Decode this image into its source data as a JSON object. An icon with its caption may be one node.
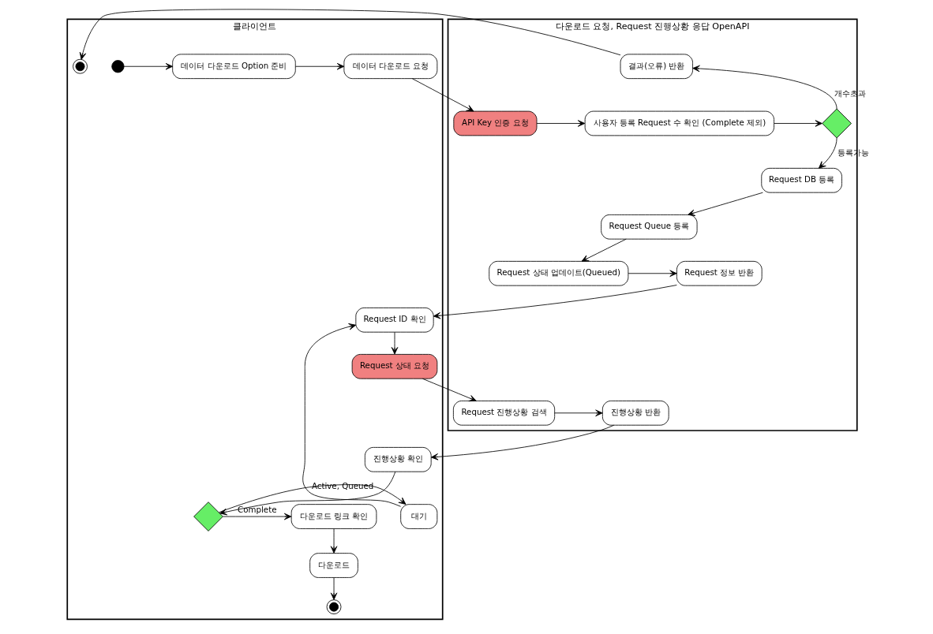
{
  "diagram": {
    "nodes": [
      {
        "text": [
          "클라이언트"
        ]
      },
      {
        "text": [
          "다운로드 요청, Request 진행상황 응답 OpenAPI"
        ]
      },
      {
        "text": [],
        "shape": "circle",
        "in": 0
      },
      {
        "text": [
          "데이터 다운로드 Option 준비"
        ],
        "in": 0
      },
      {
        "text": [
          "데이터 다운로드 요청"
        ],
        "in": 0
      },
      {
        "text": [
          "API Key 인증 요청"
        ],
        "in": 1
      },
      {
        "text": [
          "사용자 등록 Request 수 확인 (Complete 제외)"
        ],
        "in": 1
      },
      {
        "text": [],
        "shape": "diamond",
        "in": 1
      },
      {
        "text": [
          "결과(오류) 반환"
        ],
        "in": 1
      },
      {
        "text": [],
        "shape": "bullseye",
        "in": 0
      },
      {
        "text": [
          "Request DB 등록"
        ],
        "in": 1
      },
      {
        "text": [
          "Request Queue 등록"
        ],
        "in": 1
      },
      {
        "text": [
          "Request 상태 업데이트(Queued)"
        ],
        "in": 1
      },
      {
        "text": [
          "Request 정보 반환"
        ],
        "in": 1
      },
      {
        "text": [
          "Request ID 확인"
        ],
        "in": 0
      },
      {
        "text": [
          "Request 상태 요청"
        ],
        "in": 0
      },
      {
        "text": [
          "Request 진행상황 검색"
        ],
        "in": 1
      },
      {
        "text": [
          "진행상황 반환"
        ],
        "in": 1
      },
      {
        "text": [
          "진행상황 확인"
        ],
        "in": 0
      },
      {
        "text": [
          "대기"
        ],
        "in": 0
      },
      {
        "text": [],
        "shape": "diamond",
        "in": 0
      },
      {
        "text": [
          "다운로드 링크 확인"
        ],
        "in": 0
      },
      {
        "text": [
          "다운로드"
        ],
        "in": 0
      },
      {
        "text": [],
        "shape": "bullseye",
        "in": 0
      }
    ],
    "edges": [
      {
        "from": 2,
        "to": 3,
        "arrow": "to"
      },
      {
        "from": 3,
        "to": 4,
        "arrow": "to"
      },
      {
        "from": 4,
        "to": 5,
        "arrow": "to"
      },
      {
        "from": 5,
        "to": 6,
        "arrow": "to"
      },
      {
        "from": 6,
        "to": 7,
        "arrow": "to"
      },
      {
        "from": 7,
        "to": 8,
        "arrow": "to",
        "label": "개수초과"
      },
      {
        "from": 8,
        "to": 9,
        "arrow": "to"
      },
      {
        "from": 7,
        "to": 10,
        "arrow": "to",
        "label": "등록가능"
      },
      {
        "from": 10,
        "to": 11,
        "arrow": "to"
      },
      {
        "from": 11,
        "to": 12,
        "arrow": "to"
      },
      {
        "from": 12,
        "to": 13,
        "arrow": "to"
      },
      {
        "from": 13,
        "to": 14,
        "arrow": "to"
      },
      {
        "from": 14,
        "to": 15,
        "arrow": "to"
      },
      {
        "from": 15,
        "to": 16,
        "arrow": "to"
      },
      {
        "from": 16,
        "to": 17,
        "arrow": "to"
      },
      {
        "from": 17,
        "to": 18,
        "arrow": "to"
      },
      {
        "from": 18,
        "to": 20,
        "arrow": "to"
      },
      {
        "from": 20,
        "to": 19,
        "arrow": "to",
        "label": "Active, Queued"
      },
      {
        "from": 20,
        "to": 21,
        "arrow": "to",
        "label": "Complete"
      },
      {
        "from": 19,
        "to": 14,
        "arrow": "to"
      },
      {
        "from": 21,
        "to": 22,
        "arrow": "to"
      },
      {
        "from": 22,
        "to": 23,
        "arrow": "to"
      }
    ]
  }
}
